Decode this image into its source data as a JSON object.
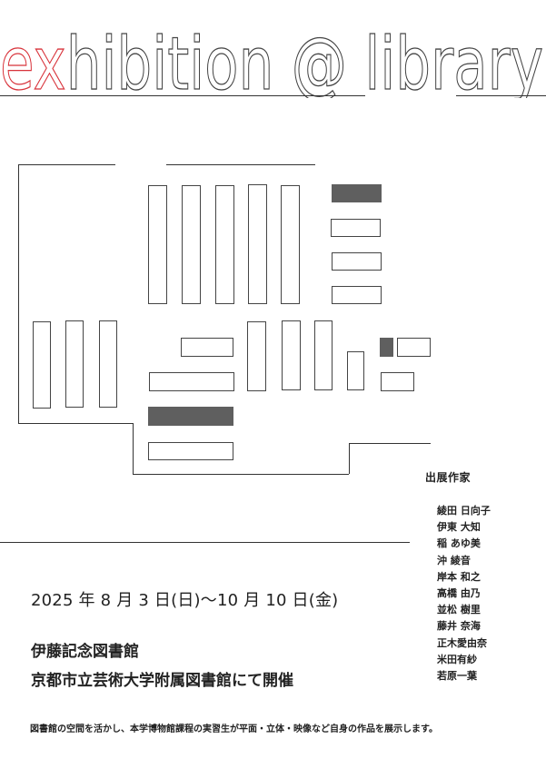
{
  "title": {
    "accent": "ex",
    "rest": "hibition @ library"
  },
  "artists": {
    "heading": "出展作家",
    "names": [
      "綾田 日向子",
      "伊東 大知",
      "稲 あゆ美",
      "沖 綾音",
      "岸本 和之",
      "高橋 由乃",
      "並松 樹里",
      "藤井 奈海",
      "正木愛由奈",
      "米田有紗",
      "若原一葉"
    ]
  },
  "event": {
    "date": "2025 年 8 月 3 日(日)〜10 月 10 日(金)",
    "venue": "伊藤記念図書館",
    "venue_detail": "京都市立芸術大学附属図書館にて開催",
    "description": "図書館の空間を活かし、本学博物館課程の実習生が平面・立体・映像など自身の作品を展示します。"
  },
  "colors": {
    "accent": "#d8333b",
    "stroke": "#444444",
    "fill_box": "#5f5f5f"
  }
}
